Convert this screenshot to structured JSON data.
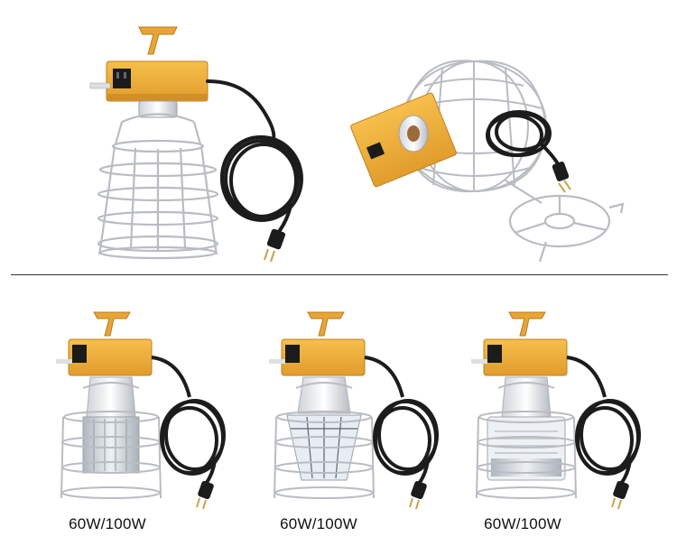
{
  "products": [
    {
      "label": ""
    },
    {
      "label": ""
    },
    {
      "label": "60W/100W"
    },
    {
      "label": "60W/100W"
    },
    {
      "label": "60W/100W"
    }
  ],
  "colors": {
    "housing": "#f0b13c",
    "housing_dark": "#d8962a",
    "wire": "#b9bcc2",
    "cord": "#1c1c1c",
    "bulb_white": "#e9ecef",
    "led_strip": "#cfd6de"
  }
}
